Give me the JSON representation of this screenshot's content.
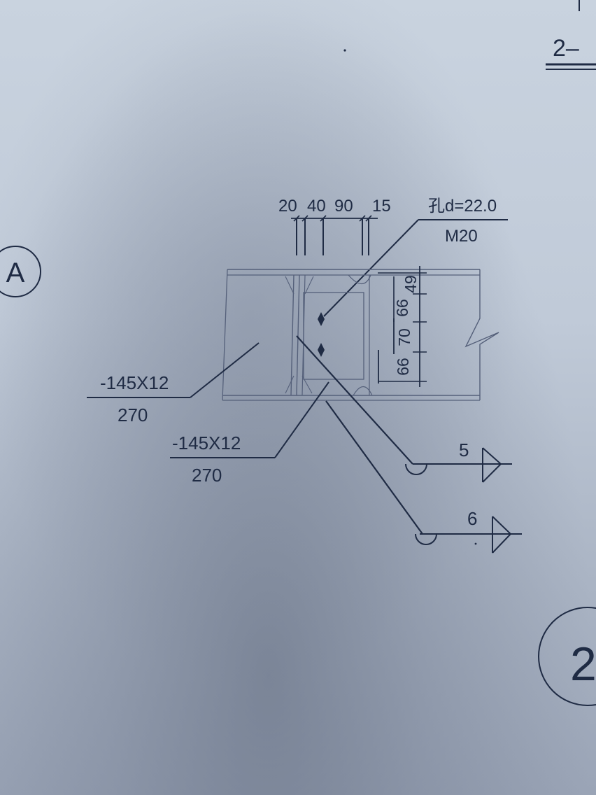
{
  "header": {
    "sheet_ref": "2–"
  },
  "grid": {
    "axis_bubble": "A"
  },
  "dims_top": [
    "20",
    "40",
    "90",
    "15"
  ],
  "bolt": {
    "hole_label": "孔d=22.0",
    "bolt_label": "M20"
  },
  "dims_right": [
    "49",
    "66",
    "70",
    "66"
  ],
  "plate_left": {
    "spec": "-145X12",
    "length": "270"
  },
  "plate_right": {
    "spec": "-145X12",
    "length": "270"
  },
  "weld_refs": [
    "5",
    "6"
  ],
  "detail_bubble": "2"
}
